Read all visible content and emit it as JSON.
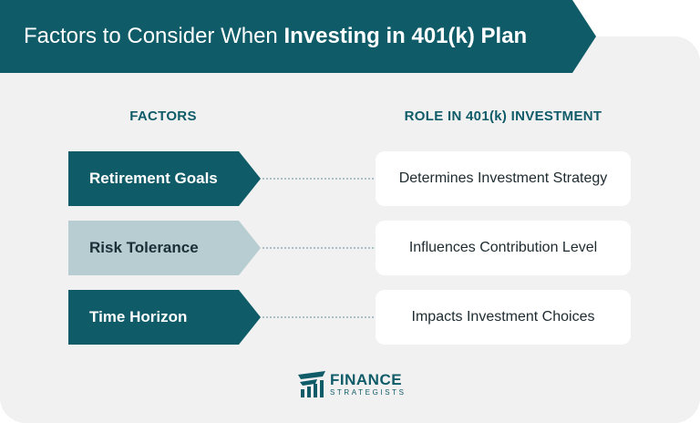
{
  "header": {
    "title_light": "Factors to Consider When ",
    "title_bold": "Investing in 401(k) Plan"
  },
  "columns": {
    "left": "FACTORS",
    "right": "ROLE IN 401(k) INVESTMENT"
  },
  "rows": [
    {
      "factor": "Retirement Goals",
      "role": "Determines Investment Strategy",
      "style": "dark"
    },
    {
      "factor": "Risk Tolerance",
      "role": "Influences Contribution Level",
      "style": "light"
    },
    {
      "factor": "Time Horizon",
      "role": "Impacts Investment Choices",
      "style": "dark"
    }
  ],
  "logo": {
    "title": "FINANCE",
    "subtitle": "STRATEGISTS",
    "icon": "finance-strategists-logo-icon"
  },
  "colors": {
    "primary": "#0f5b68",
    "light_accent": "#b7cdd1",
    "background": "#f1f1f1"
  }
}
